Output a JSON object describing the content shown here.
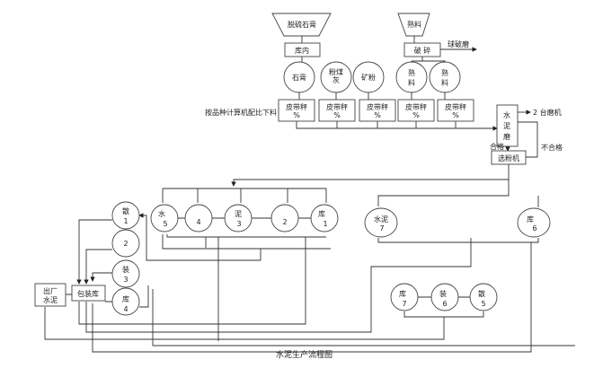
{
  "hoppers": [
    "脱硫石膏",
    "熟料"
  ],
  "boxes": {
    "storage": "库内",
    "crusher": "破 碎",
    "ball_mill": "球破磨",
    "cement_mill": "水泥磨",
    "mills_note": "2 台磨机",
    "qualified": "合格",
    "unqualified": "不合格",
    "separator": "选粉机",
    "packing": "包装库",
    "exit": [
      "出厂",
      "水泥"
    ]
  },
  "silos_top": [
    [
      "石膏",
      ""
    ],
    [
      "粉煤",
      "灰"
    ],
    [
      "矿粉",
      ""
    ],
    [
      "熟",
      "料"
    ],
    [
      "熟",
      "料"
    ]
  ],
  "belt": {
    "label": "皮带秤",
    "unit": "%"
  },
  "feed_label": "按品种计算机配比下料",
  "cement_silos": [
    [
      "水",
      "5"
    ],
    [
      "",
      "4"
    ],
    [
      "泥",
      "3"
    ],
    [
      "",
      "2"
    ],
    [
      "库",
      "1"
    ]
  ],
  "left_silos": [
    [
      "散",
      "1"
    ],
    [
      "",
      "2"
    ],
    [
      "装",
      "3"
    ],
    [
      "库",
      "4"
    ]
  ],
  "right_silos": [
    [
      "水泥",
      "7"
    ],
    [
      "库",
      "6"
    ]
  ],
  "bottom_silos": [
    [
      "库",
      "7"
    ],
    [
      "装",
      "6"
    ],
    [
      "散",
      "5"
    ]
  ],
  "caption": "水泥生产流程图"
}
